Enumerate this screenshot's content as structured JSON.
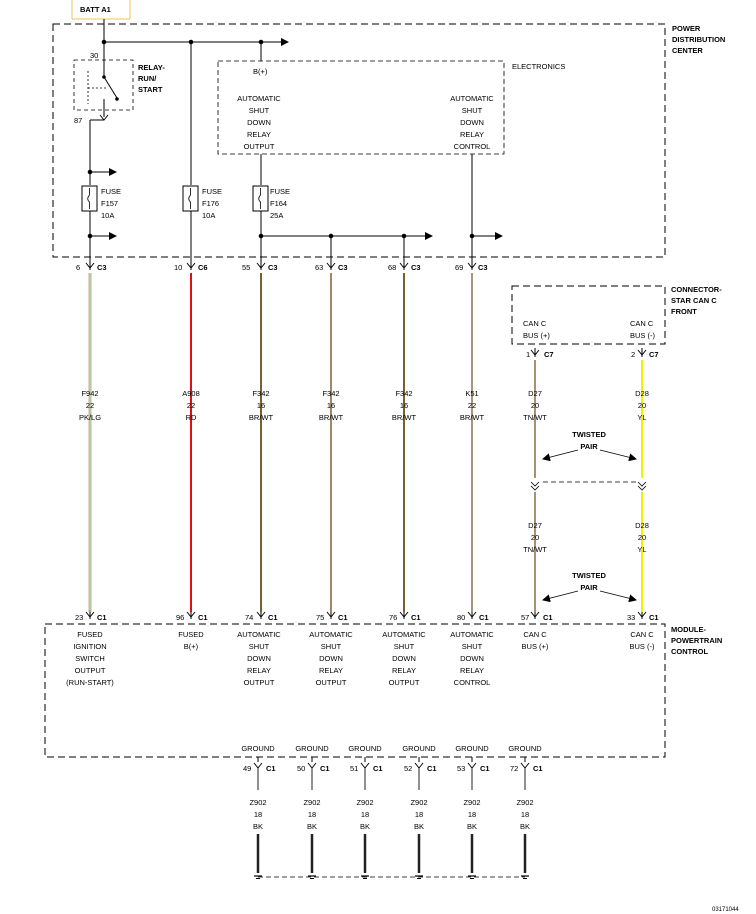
{
  "batt": "BATT A1",
  "pdc": {
    "l1": "POWER",
    "l2": "DISTRIBUTION",
    "l3": "CENTER"
  },
  "relay": {
    "pin_top": "30",
    "pin_bottom": "87",
    "l1": "RELAY-",
    "l2": "RUN/",
    "l3": "START"
  },
  "electronics": {
    "label": "ELECTRONICS",
    "bplus": "B(+)",
    "asd_out": [
      "AUTOMATIC",
      "SHUT",
      "DOWN",
      "RELAY",
      "OUTPUT"
    ],
    "asd_ctl": [
      "AUTOMATIC",
      "SHUT",
      "DOWN",
      "RELAY",
      "CONTROL"
    ]
  },
  "fuses": [
    {
      "word": "FUSE",
      "name": "F157",
      "rating": "10A"
    },
    {
      "word": "FUSE",
      "name": "F176",
      "rating": "10A"
    },
    {
      "word": "FUSE",
      "name": "F164",
      "rating": "25A"
    }
  ],
  "pdc_pins": [
    {
      "pin": "6",
      "conn": "C3"
    },
    {
      "pin": "10",
      "conn": "C6"
    },
    {
      "pin": "55",
      "conn": "C3"
    },
    {
      "pin": "63",
      "conn": "C3"
    },
    {
      "pin": "68",
      "conn": "C3"
    },
    {
      "pin": "69",
      "conn": "C3"
    }
  ],
  "wires": [
    {
      "circuit": "F942",
      "gauge": "22",
      "color": "PK/LG"
    },
    {
      "circuit": "A908",
      "gauge": "22",
      "color": "RD"
    },
    {
      "circuit": "F342",
      "gauge": "16",
      "color": "BR/WT"
    },
    {
      "circuit": "F342",
      "gauge": "16",
      "color": "BR/WT"
    },
    {
      "circuit": "F342",
      "gauge": "16",
      "color": "BR/WT"
    },
    {
      "circuit": "K51",
      "gauge": "22",
      "color": "BR/WT"
    }
  ],
  "star": {
    "l1": "CONNECTOR-",
    "l2": "STAR CAN C",
    "l3": "FRONT",
    "canp": [
      "CAN C",
      "BUS (+)"
    ],
    "canm": [
      "CAN C",
      "BUS (-)"
    ],
    "pins": [
      {
        "pin": "1",
        "conn": "C7"
      },
      {
        "pin": "2",
        "conn": "C7"
      }
    ]
  },
  "can_wires": [
    {
      "circuit": "D27",
      "gauge": "20",
      "color": "TN/WT"
    },
    {
      "circuit": "D28",
      "gauge": "20",
      "color": "YL"
    }
  ],
  "twisted": {
    "l1": "TWISTED",
    "l2": "PAIR"
  },
  "pcm": {
    "l1": "MODULE-",
    "l2": "POWERTRAIN",
    "l3": "CONTROL"
  },
  "pcm_pins": [
    {
      "pin": "23",
      "conn": "C1"
    },
    {
      "pin": "96",
      "conn": "C1"
    },
    {
      "pin": "74",
      "conn": "C1"
    },
    {
      "pin": "75",
      "conn": "C1"
    },
    {
      "pin": "76",
      "conn": "C1"
    },
    {
      "pin": "80",
      "conn": "C1"
    },
    {
      "pin": "57",
      "conn": "C1"
    },
    {
      "pin": "33",
      "conn": "C1"
    }
  ],
  "pcm_labels": [
    [
      "FUSED",
      "IGNITION",
      "SWITCH",
      "OUTPUT",
      "(RUN-START)"
    ],
    [
      "FUSED",
      "B(+)"
    ],
    [
      "AUTOMATIC",
      "SHUT",
      "DOWN",
      "RELAY",
      "OUTPUT"
    ],
    [
      "AUTOMATIC",
      "SHUT",
      "DOWN",
      "RELAY",
      "OUTPUT"
    ],
    [
      "AUTOMATIC",
      "SHUT",
      "DOWN",
      "RELAY",
      "OUTPUT"
    ],
    [
      "AUTOMATIC",
      "SHUT",
      "DOWN",
      "RELAY",
      "CONTROL"
    ],
    [
      "CAN C",
      "BUS (+)"
    ],
    [
      "CAN C",
      "BUS (-)"
    ]
  ],
  "grounds": [
    {
      "label": "GROUND",
      "pin": "49",
      "conn": "C1",
      "circuit": "Z902",
      "gauge": "18",
      "color": "BK"
    },
    {
      "label": "GROUND",
      "pin": "50",
      "conn": "C1",
      "circuit": "Z902",
      "gauge": "18",
      "color": "BK"
    },
    {
      "label": "GROUND",
      "pin": "51",
      "conn": "C1",
      "circuit": "Z902",
      "gauge": "18",
      "color": "BK"
    },
    {
      "label": "GROUND",
      "pin": "52",
      "conn": "C1",
      "circuit": "Z902",
      "gauge": "18",
      "color": "BK"
    },
    {
      "label": "GROUND",
      "pin": "53",
      "conn": "C1",
      "circuit": "Z902",
      "gauge": "18",
      "color": "BK"
    },
    {
      "label": "GROUND",
      "pin": "72",
      "conn": "C1",
      "circuit": "Z902",
      "gauge": "18",
      "color": "BK"
    }
  ],
  "drawing_id": "03171044",
  "wire_colors": {
    "pk_lg": "#d8a8a0",
    "pk_lg2": "#a8c890",
    "rd": "#e01010",
    "br_wt": "#7a6030",
    "k51": "#8a7050",
    "tn_wt": "#a89070",
    "yl": "#f0f000",
    "bk": "#222222"
  }
}
